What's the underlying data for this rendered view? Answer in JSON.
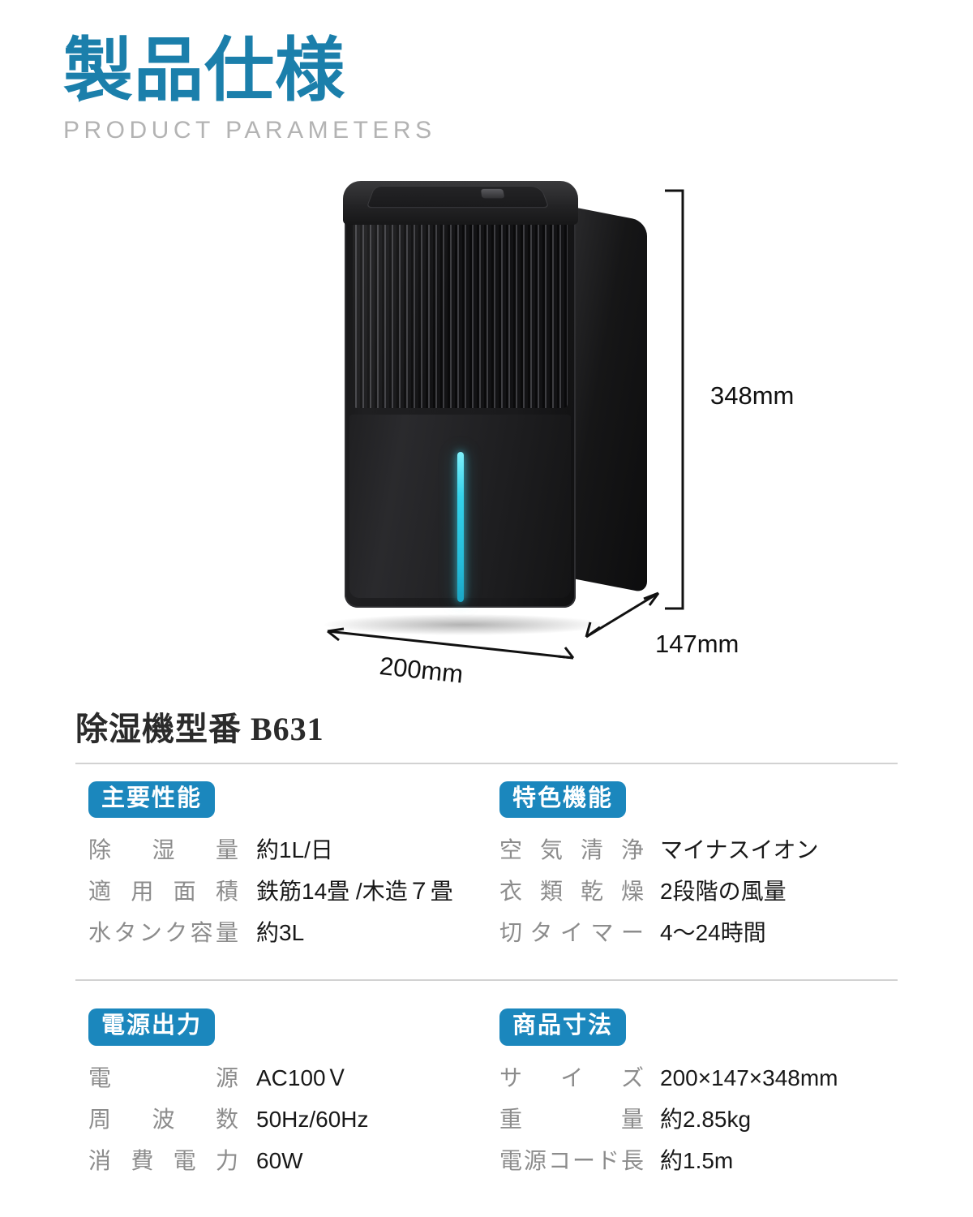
{
  "header": {
    "title_ja": "製品仕様",
    "title_en": "PRODUCT PARAMETERS",
    "title_color": "#1b7fab",
    "subtitle_color": "#b3b3b3"
  },
  "product": {
    "alt_name": "black-dehumidifier",
    "led_color": "#34d2ea",
    "body_color": "#1a1a1c",
    "dimensions": {
      "height_label": "348mm",
      "depth_label": "147mm",
      "width_label": "200mm"
    }
  },
  "model": {
    "title": "除湿機型番 B631"
  },
  "accent_color": "#1b87bd",
  "sections": [
    {
      "badge": "主要性能",
      "items": [
        {
          "label": "除湿量",
          "value": "約1L/日"
        },
        {
          "label": "適用面積",
          "value": "鉄筋14畳 /木造７畳"
        },
        {
          "label": "水タンク容量",
          "value": "約3L"
        }
      ]
    },
    {
      "badge": "特色機能",
      "items": [
        {
          "label": "空気清浄",
          "value": "マイナスイオン"
        },
        {
          "label": "衣類乾燥",
          "value": "2段階の風量"
        },
        {
          "label": "切タイマー",
          "value": "4〜24時間"
        }
      ]
    },
    {
      "badge": "電源出力",
      "items": [
        {
          "label": "電源",
          "value": "AC100Ｖ"
        },
        {
          "label": "周波数",
          "value": "50Hz/60Hz"
        },
        {
          "label": "消費電力",
          "value": "60W"
        }
      ]
    },
    {
      "badge": "商品寸法",
      "items": [
        {
          "label": "サイズ",
          "value": "200×147×348mm"
        },
        {
          "label": "重量",
          "value": "約2.85kg"
        },
        {
          "label": "電源コード長",
          "value": "約1.5m"
        }
      ]
    }
  ]
}
